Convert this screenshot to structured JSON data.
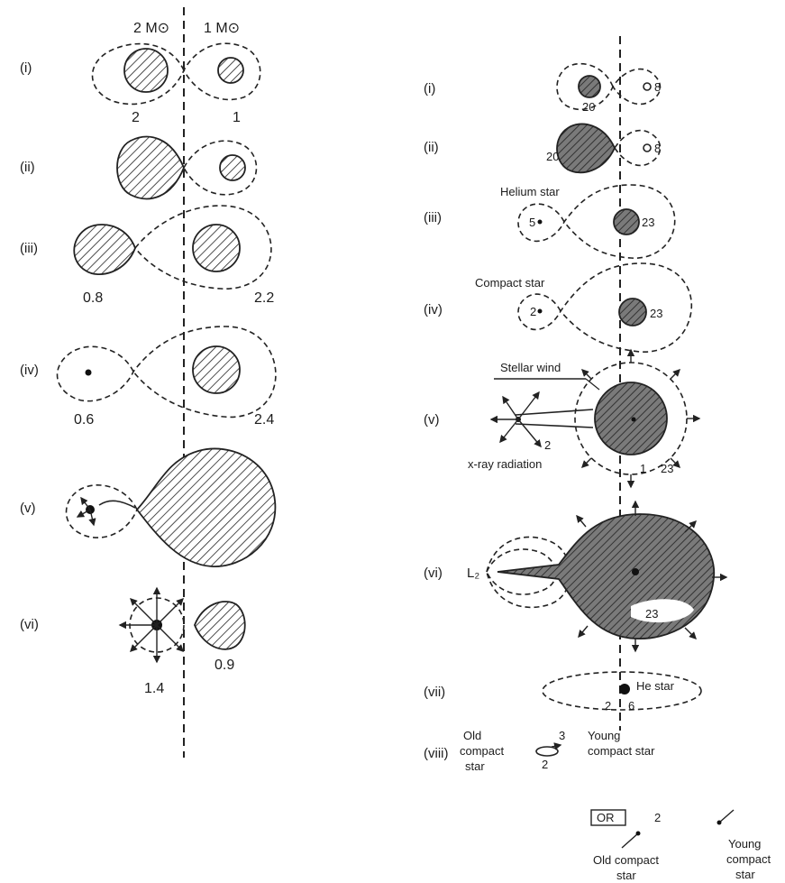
{
  "left": {
    "header_left": "2 M⊙",
    "header_right": "1 M⊙",
    "rows": [
      {
        "roman": "(i)",
        "mass_left": "2",
        "mass_right": "1"
      },
      {
        "roman": "(ii)"
      },
      {
        "roman": "(iii)",
        "mass_left": "0.8",
        "mass_right": "2.2"
      },
      {
        "roman": "(iv)",
        "mass_left": "0.6",
        "mass_right": "2.4"
      },
      {
        "roman": "(v)"
      },
      {
        "roman": "(vi)",
        "mass_left": "1.4",
        "mass_right": "0.9"
      }
    ]
  },
  "right": {
    "rows": [
      {
        "roman": "(i)",
        "mass_left": "20",
        "mass_right": "8"
      },
      {
        "roman": "(ii)",
        "mass_left": "20",
        "mass_right": "8"
      },
      {
        "roman": "(iii)",
        "caption": "Helium star",
        "mass_left": "5",
        "mass_right": "23"
      },
      {
        "roman": "(iv)",
        "caption": "Compact star",
        "mass_left": "2",
        "mass_right": "23"
      },
      {
        "roman": "(v)",
        "caption": "Stellar wind",
        "caption2": "x-ray radiation",
        "mass_left": "2",
        "mass_mid": "1",
        "mass_right": "23"
      },
      {
        "roman": "(vi)",
        "point_label": "L₂",
        "mass_right": "23"
      },
      {
        "roman": "(vii)",
        "caption": "He star",
        "mass_left": "2",
        "mass_right": "6"
      },
      {
        "roman": "(viii)",
        "old_label": [
          "Old",
          "compact",
          "star"
        ],
        "young_label": [
          "Young",
          "compact star"
        ],
        "mass_top": "3",
        "mass_bottom": "2"
      }
    ],
    "or_box": "OR",
    "or_mass": "2",
    "or_old_label": [
      "Old compact",
      "star"
    ],
    "or_young_label": [
      "Young",
      "compact",
      "star"
    ]
  }
}
